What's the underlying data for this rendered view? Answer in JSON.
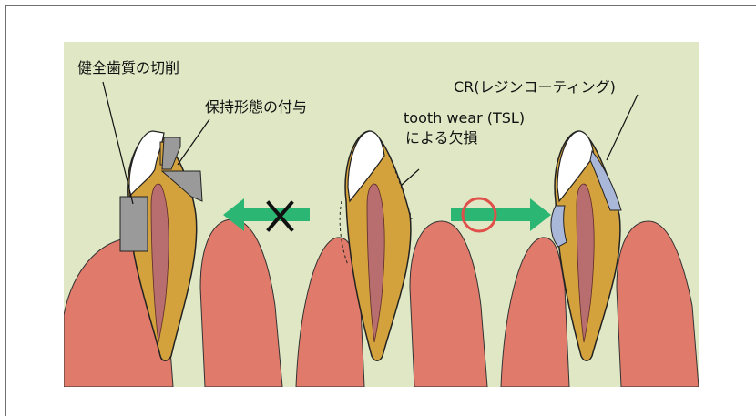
{
  "labels": {
    "enamel_cut": "健全歯質の切削",
    "retention": "保持形態の付与",
    "cr_coating": "CR(レジンコーティング)",
    "tsl_line1": "tooth wear (TSL)",
    "tsl_line2": "による欠損"
  },
  "colors": {
    "background": "#dfe7c4",
    "gum": "#e07a6a",
    "dentin": "#d4a23c",
    "pulp": "#b86e6e",
    "enamel": "#ffffff",
    "metal": "#9a9a9a",
    "resin": "#a9b8d8",
    "arrow": "#2bb673",
    "cross": "#111111",
    "circle": "#e0504a"
  },
  "icons": {
    "left_arrow": "arrow-left-icon",
    "right_arrow": "arrow-right-icon",
    "cross": "x-mark-icon",
    "circle": "circle-ok-icon"
  }
}
